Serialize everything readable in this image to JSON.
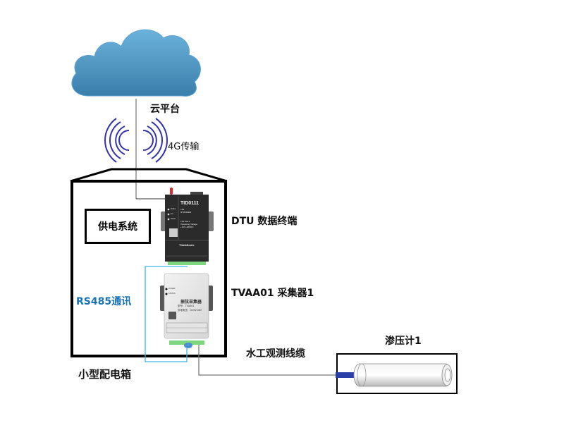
{
  "diagram": {
    "type": "system-topology",
    "colors": {
      "cloud": "#4a93c0",
      "signal_waves": "#3333aa",
      "rs485_line": "#3fb3e8",
      "rs485_label": "#1a73b8",
      "sensor_cable_tip": "#2a3fa8",
      "dtu_body": "#2b2b2b",
      "dtu_antenna": "#e0262a",
      "terminal_green": "#7ed67e",
      "connector_blue": "#4a90d9"
    },
    "nodes": {
      "cloud": {
        "label": "云平台"
      },
      "transmission": {
        "label": "4G传输"
      },
      "enclosure": {
        "label": "小型配电箱"
      },
      "power_system": {
        "label": "供电系统"
      },
      "dtu": {
        "label": "DTU 数据终端",
        "device_model": "TID0111",
        "device_line2": "LTE",
        "device_line3": "IP MODEM",
        "device_specs": [
          "LTE Cat.1",
          "Operating Voltage",
          "+12V~36VDC"
        ],
        "device_leds": [
          "Online",
          "Act",
          "Power"
        ],
        "device_brand": "ThinkSonic"
      },
      "collector": {
        "label": "TVAA01  采集器1",
        "device_title": "振弦采集器",
        "device_model_line": "型号：TVAA01",
        "device_power_line": "供电电压：DC9V-36V",
        "device_leds": [
          "POWER",
          "STATUS"
        ]
      },
      "rs485": {
        "label": "RS485通讯"
      },
      "cable": {
        "label": "水工观测线缆"
      },
      "sensor": {
        "label": "渗压计1"
      }
    }
  }
}
